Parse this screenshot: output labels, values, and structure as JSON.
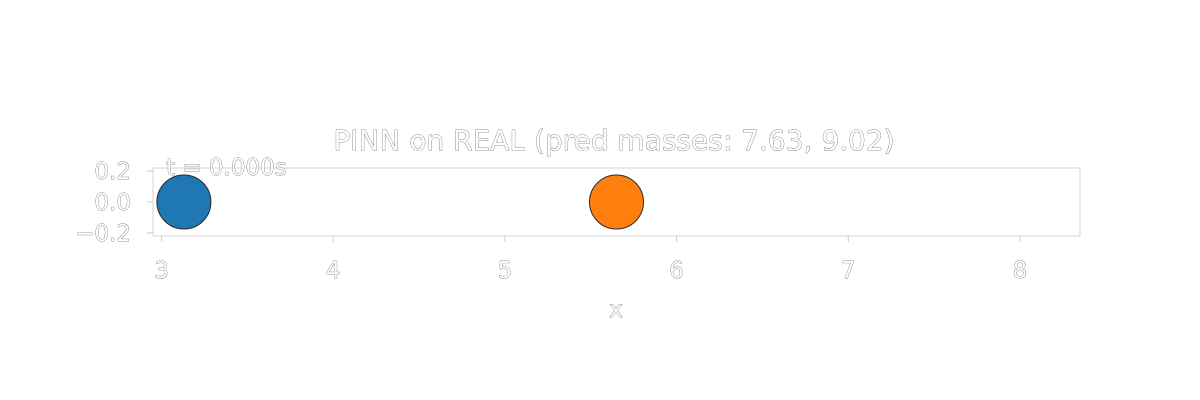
{
  "chart_data": {
    "type": "scatter",
    "title": "PINN on REAL (pred masses: 7.63, 9.02)",
    "xlabel": "x",
    "ylabel": "",
    "xlim": [
      2.95,
      8.35
    ],
    "ylim": [
      -0.22,
      0.22
    ],
    "xticks": [
      3,
      4,
      5,
      6,
      7,
      8
    ],
    "yticks": [
      0.2,
      0.0,
      -0.2
    ],
    "xtick_labels": [
      "3",
      "4",
      "5",
      "6",
      "7",
      "8"
    ],
    "ytick_labels": [
      "0.2",
      "0.0",
      "−0.2"
    ],
    "grid": false,
    "series": [
      {
        "x": [
          3.13
        ],
        "y": [
          0.0
        ],
        "color": "#1f77b4"
      },
      {
        "x": [
          5.65
        ],
        "y": [
          0.0
        ],
        "color": "#ff7f0e"
      }
    ],
    "annotation": "t = 0.000s"
  }
}
